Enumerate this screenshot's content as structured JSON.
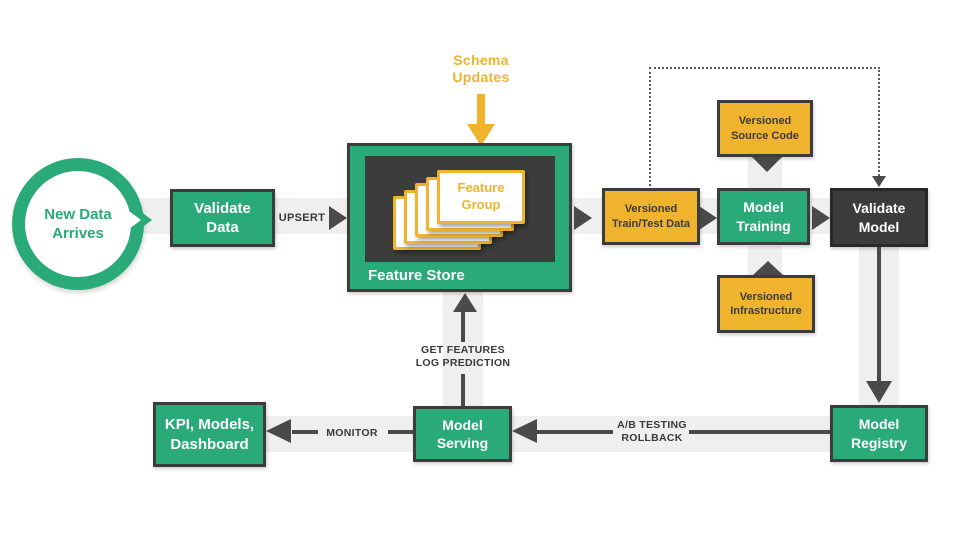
{
  "palette": {
    "green": "#2AAA78",
    "yellow": "#EFB32E",
    "dark": "#3C3C3C",
    "line": "#4A4A4A",
    "band": "#EFEFEF"
  },
  "nodes": {
    "new_data": {
      "label": "New Data\nArrives"
    },
    "validate_data": {
      "label": "Validate\nData"
    },
    "feature_store": {
      "label": "Feature Store",
      "card_label": "Feature Group"
    },
    "schema_updates": {
      "label": "Schema\nUpdates"
    },
    "versioned_train": {
      "label": "Versioned\nTrain/Test Data"
    },
    "versioned_source": {
      "label": "Versioned\nSource Code"
    },
    "model_training": {
      "label": "Model\nTraining"
    },
    "versioned_infra": {
      "label": "Versioned\nInfrastructure"
    },
    "validate_model": {
      "label": "Validate\nModel"
    },
    "model_registry": {
      "label": "Model\nRegistry"
    },
    "model_serving": {
      "label": "Model\nServing"
    },
    "kpi_dashboard": {
      "label": "KPI, Models,\nDashboard"
    }
  },
  "edges": {
    "upsert": {
      "label": "UPSERT"
    },
    "get_features": {
      "label": "GET FEATURES\nLOG PREDICTION"
    },
    "ab_testing": {
      "label": "A/B TESTING\nROLLBACK"
    },
    "monitor": {
      "label": "MONITOR"
    }
  }
}
